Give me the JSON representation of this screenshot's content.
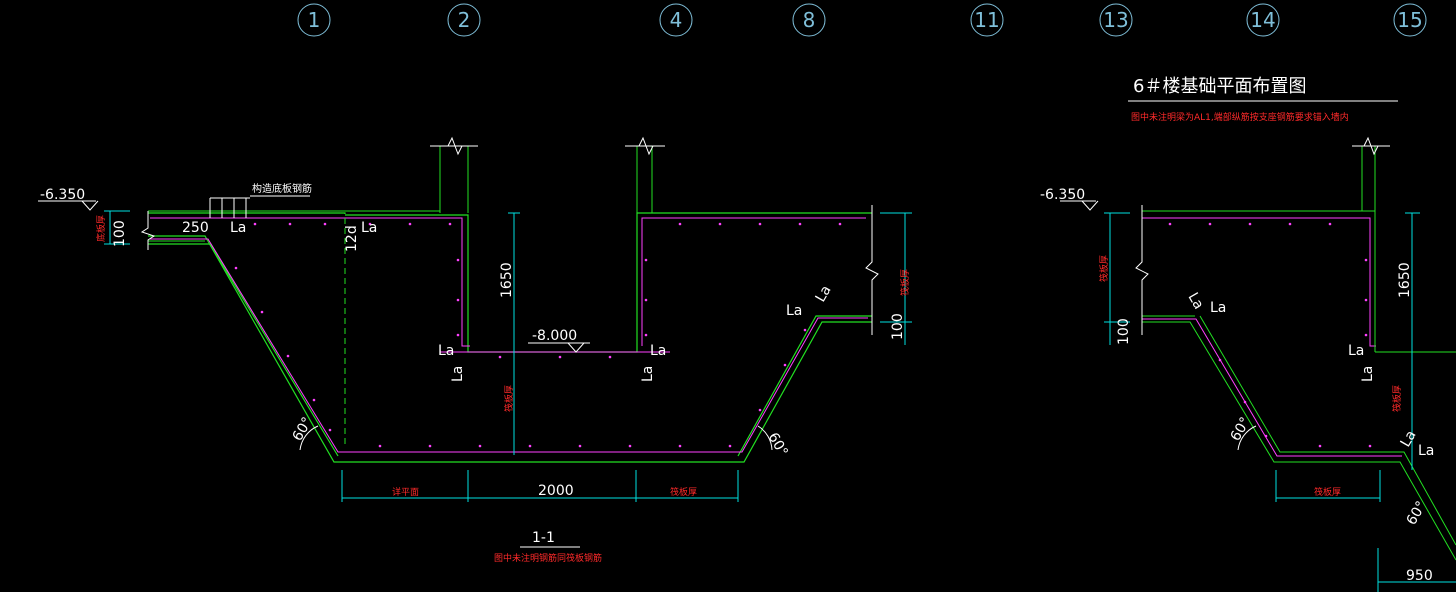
{
  "axes": [
    "1",
    "2",
    "4",
    "8",
    "11",
    "13",
    "14",
    "15"
  ],
  "title": "6＃楼基础平面布置图",
  "title_note": "图中未注明梁为AL1,端部纵筋按支座钢筋要求锚入墙内",
  "section_name": "1-1",
  "section_note": "图中未注明钢筋同筏板钢筋",
  "elev_top": "-6.350",
  "elev_pit": "-8.000",
  "rebar_note": "构造底板钢筋",
  "labels": {
    "la": "La",
    "d250": "250",
    "d12d": "12d",
    "d100": "100",
    "d1650": "1650",
    "d2000": "2000",
    "d950": "950",
    "angle": "60°",
    "slab_thk": "筏板厚",
    "beam_w": "详平面",
    "red_thk": "底板厚"
  },
  "colors": {
    "green": "#22e022",
    "magenta": "#ff40ff",
    "cyan": "#00e0e0",
    "red": "#ff2a2a",
    "white": "#ffffff",
    "grid": "#7fbfd9"
  }
}
